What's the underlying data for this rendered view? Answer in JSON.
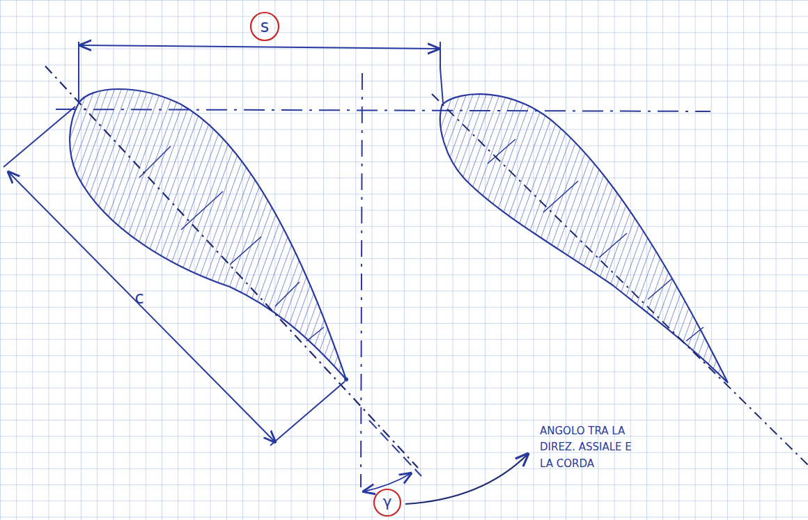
{
  "diagram": {
    "labels": [
      "s",
      "c",
      "γ",
      "ANGOLO TRA LA DIREZ. ASSIALE E LA CORDA"
    ]
  }
}
